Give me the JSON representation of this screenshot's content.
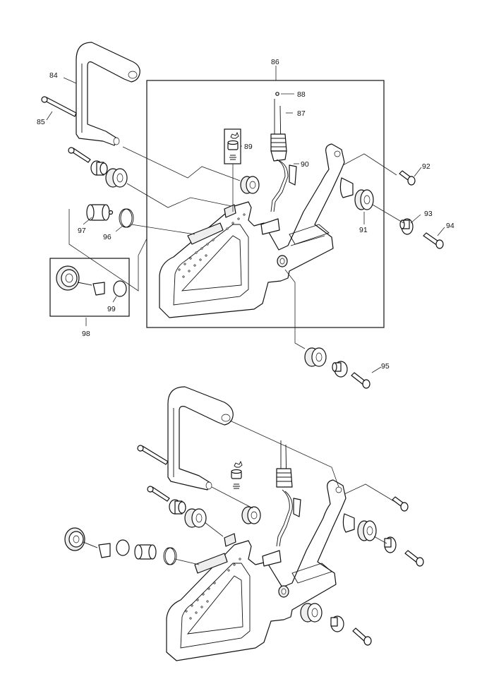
{
  "diagram": {
    "callouts": {
      "c84": "84",
      "c85": "85",
      "c86": "86",
      "c87": "87",
      "c88": "88",
      "c89": "89",
      "c90": "90",
      "c91": "91",
      "c92": "92",
      "c93": "93",
      "c94": "94",
      "c95": "95",
      "c96": "96",
      "c97": "97",
      "c98": "98",
      "c99": "99"
    },
    "line_color": "#111111",
    "background": "#ffffff"
  }
}
